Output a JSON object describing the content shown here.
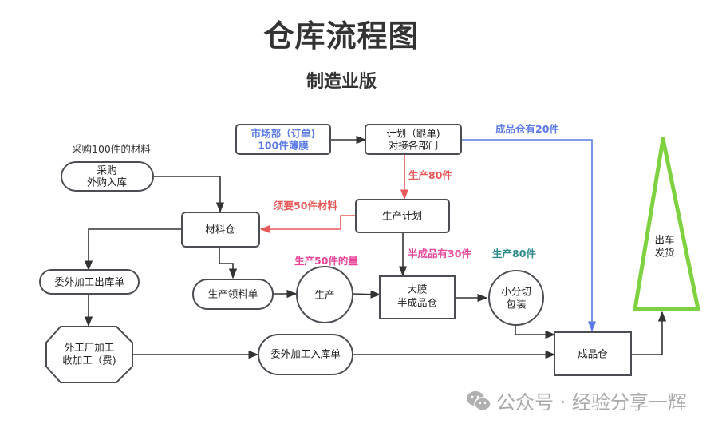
{
  "title": "仓库流程图",
  "subtitle": "制造业版",
  "colors": {
    "node_stroke": "#4a4d52",
    "edge": "#333333",
    "blue": "#5b7be8",
    "red": "#e85a5a",
    "pink": "#e8459a",
    "teal": "#2e8b8b",
    "green": "#7ed13f",
    "watermark": "#aaaaaa"
  },
  "nodes": {
    "market": [
      "市场部（订单)",
      "100件薄膜"
    ],
    "plan": [
      "计划（跟单)",
      "对接各部门"
    ],
    "purchase": [
      "采购",
      "外购入库"
    ],
    "material_store": [
      "材料仓"
    ],
    "production_plan": [
      "生产计划"
    ],
    "outsource_out": [
      "委外加工出库单"
    ],
    "material_req": [
      "生产领料单"
    ],
    "produce": [
      "生产"
    ],
    "semi_store": [
      "大膜",
      "半成品仓"
    ],
    "cut_pack": [
      "小分切",
      "包装"
    ],
    "external_factory": [
      "外工厂加工",
      "收加工（费)"
    ],
    "outsource_in": [
      "委外加工入库单"
    ],
    "finished_store": [
      "成品仓"
    ],
    "ship": [
      "出车",
      "发货"
    ]
  },
  "labels": {
    "purchase_note": "采购100件的材料",
    "finished_has": "成品仓有20件",
    "produce_80": "生产80件",
    "need_50": "须要50件材料",
    "produce_50": "生产50件的量",
    "semi_has_30": "半成品有30件",
    "produce_80_b": "生产80件"
  },
  "watermark": {
    "icon": "wechat-icon",
    "text": "公众号 · 经验分享一辉"
  }
}
